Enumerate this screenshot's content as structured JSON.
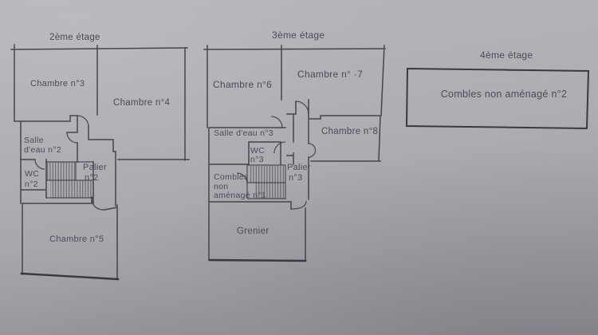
{
  "document": {
    "type": "floor-plan-photo",
    "colors": {
      "paper_light": "#b7b6bc",
      "paper_dark": "#97969c",
      "ink": "#3c3c44",
      "label_text": "#4b4b55"
    }
  },
  "floor2": {
    "title": "2ème étage",
    "chambre3": "Chambre n°3",
    "chambre4": "Chambre n°4",
    "salle_eau_line1": "Salle",
    "salle_eau_line2": "d'eau n°2",
    "wc_line1": "WC",
    "wc_line2": "n°2",
    "palier_line1": "Palier",
    "palier_line2": "n°2",
    "chambre5": "Chambre n°5"
  },
  "floor3": {
    "title": "3ème étage",
    "chambre6": "Chambre n°6",
    "chambre7": "Chambre n° ·7",
    "chambre8": "Chambre n°8",
    "salle_eau": "Salle d'eau n°3",
    "wc_line1": "WC",
    "wc_line2": "n°3",
    "palier_line1": "Palier",
    "palier_line2": "n°3",
    "combles_line1": "Combles",
    "combles_line2": "non",
    "combles_line3": "aménagé n°1",
    "grenier": "Grenier"
  },
  "floor4": {
    "title": "4ème étage",
    "combles": "Combles non aménagé n°2"
  }
}
